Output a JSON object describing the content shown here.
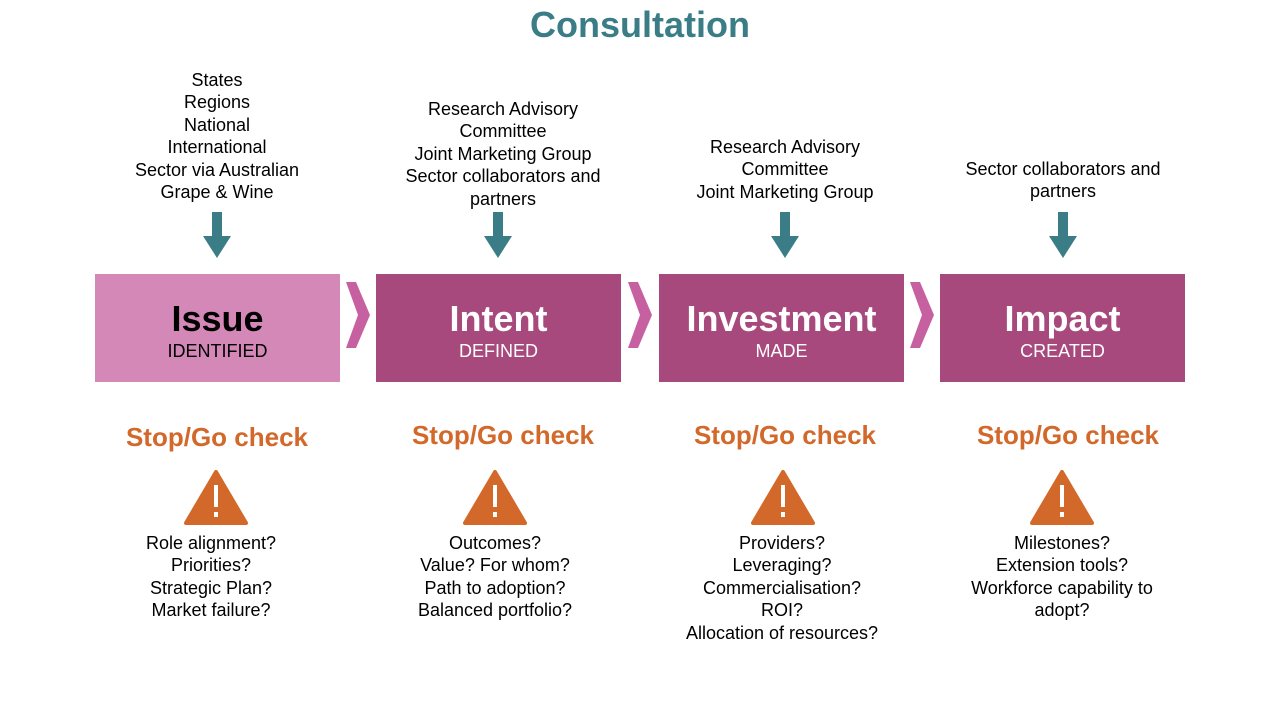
{
  "title": "Consultation",
  "colors": {
    "title": "#3b7d86",
    "arrow_teal": "#3b7d86",
    "box_light": "#d488b8",
    "box_dark": "#a8497d",
    "chevron": "#c660a0",
    "warning": "#d2692a",
    "check_text": "#d2692a"
  },
  "stages": [
    {
      "consultation": [
        "States",
        "Regions",
        "National",
        "International",
        "Sector via Australian",
        "Grape & Wine"
      ],
      "heading": "Issue",
      "sub": "IDENTIFIED",
      "check_label": "Stop/Go check",
      "warning_icon": "exclamation-triangle",
      "questions": [
        "Role alignment?",
        "Priorities?",
        "Strategic Plan?",
        "Market failure?"
      ]
    },
    {
      "consultation": [
        "Research Advisory",
        "Committee",
        "Joint Marketing Group",
        "Sector collaborators and",
        "partners"
      ],
      "heading": "Intent",
      "sub": "DEFINED",
      "check_label": "Stop/Go check",
      "warning_icon": "exclamation-triangle",
      "questions": [
        "Outcomes?",
        "Value? For whom?",
        "Path to adoption?",
        "Balanced portfolio?"
      ]
    },
    {
      "consultation": [
        "Research Advisory",
        "Committee",
        "Joint Marketing Group"
      ],
      "heading": "Investment",
      "sub": "MADE",
      "check_label": "Stop/Go check",
      "warning_icon": "exclamation-triangle",
      "questions": [
        "Providers?",
        "Leveraging?",
        "Commercialisation?",
        "ROI?",
        "Allocation of resources?"
      ]
    },
    {
      "consultation": [
        "Sector collaborators and",
        "partners"
      ],
      "heading": "Impact",
      "sub": "CREATED",
      "check_label": "Stop/Go check",
      "warning_icon": "exclamation-triangle",
      "questions": [
        "Milestones?",
        "Extension tools?",
        "Workforce capability to",
        "adopt?"
      ]
    }
  ]
}
